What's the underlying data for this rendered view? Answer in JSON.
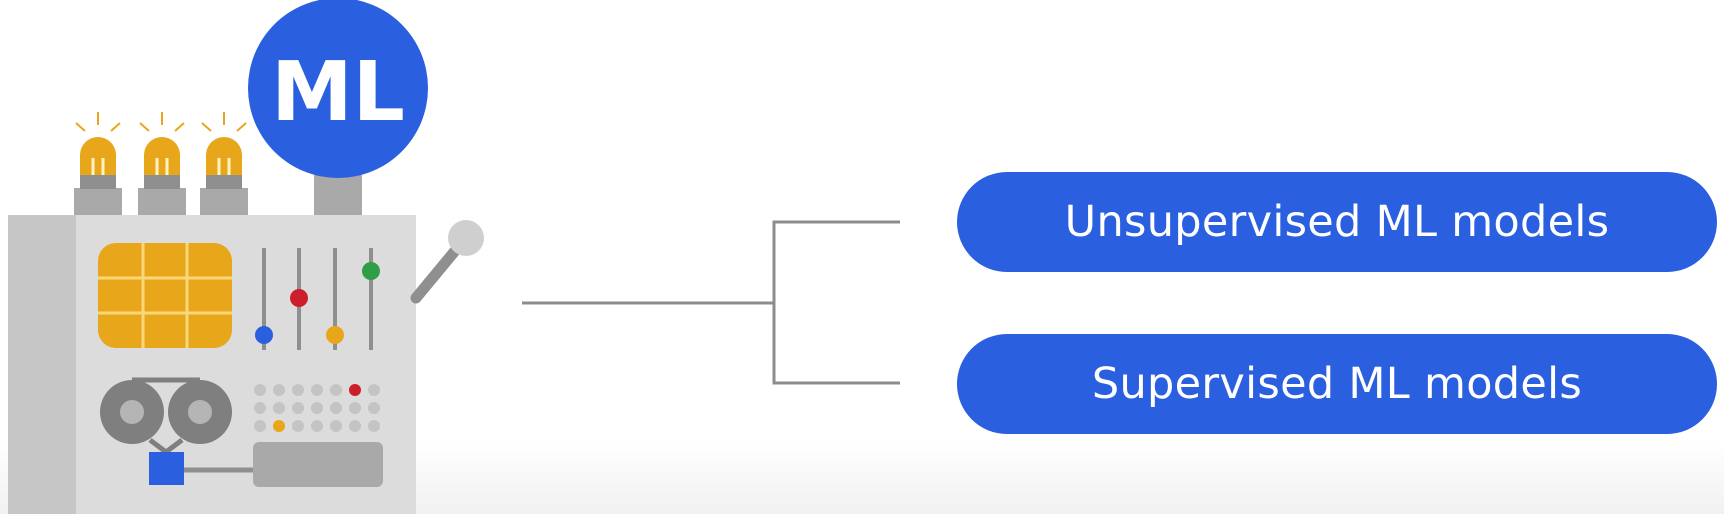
{
  "machine": {
    "badge_label": "ML"
  },
  "branches": [
    {
      "label": "Unsupervised ML models"
    },
    {
      "label": "Supervised ML models"
    }
  ],
  "colors": {
    "primary_blue": "#2a5fe0",
    "amber": "#e8a71a",
    "red": "#cc1f2b",
    "green": "#2f9e44",
    "machine_gray": "#dcdcdd"
  }
}
